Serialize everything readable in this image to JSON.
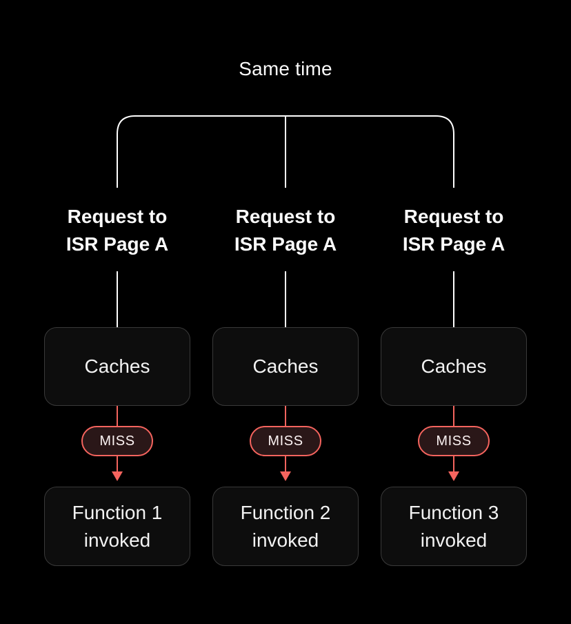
{
  "title": "Same time",
  "columns": [
    {
      "request_lines": [
        "Request to",
        "ISR Page A"
      ],
      "cache_label": "Caches",
      "badge": "MISS",
      "function_lines": [
        "Function 1",
        "invoked"
      ]
    },
    {
      "request_lines": [
        "Request to",
        "ISR Page A"
      ],
      "cache_label": "Caches",
      "badge": "MISS",
      "function_lines": [
        "Function 2",
        "invoked"
      ]
    },
    {
      "request_lines": [
        "Request to",
        "ISR Page A"
      ],
      "cache_label": "Caches",
      "badge": "MISS",
      "function_lines": [
        "Function 3",
        "invoked"
      ]
    }
  ],
  "colors": {
    "background": "#000000",
    "connector": "#ffffff",
    "accent_red": "#f5645e",
    "box_background": "#0d0d0d",
    "box_border": "#3a3a3a",
    "badge_background": "#2a1718",
    "text": "#f5f5f5"
  }
}
